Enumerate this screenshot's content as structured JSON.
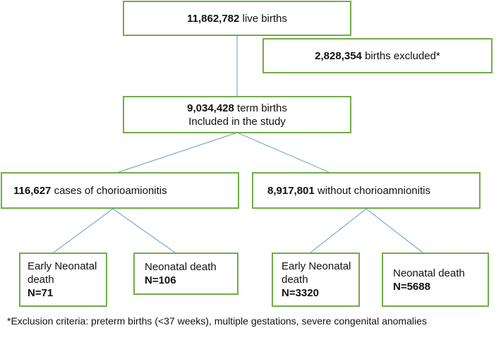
{
  "flowchart": {
    "live_births": {
      "count": "11,862,782",
      "label": " live births"
    },
    "excluded": {
      "count": "2,828,354",
      "label": " births excluded*"
    },
    "term_births": {
      "count": "9,034,428",
      "label": " term births",
      "line2": "Included in the study"
    },
    "with_chorio": {
      "count": "116,627",
      "label": " cases of chorioamionitis"
    },
    "without_chorio": {
      "count": "8,917,801",
      "label": " without chorioamnionitis"
    },
    "with_early_neonatal": {
      "line1": "Early Neonatal",
      "line2": "death",
      "n": "N=71"
    },
    "with_neonatal": {
      "line1": "Neonatal death",
      "n": "N=106"
    },
    "without_early_neonatal": {
      "line1": "Early Neonatal",
      "line2": "death",
      "n": "N=3320"
    },
    "without_neonatal": {
      "line1": "Neonatal death",
      "n": "N=5688"
    }
  },
  "footnote": {
    "text": "*Exclusion criteria: preterm births (<37 weeks), multiple gestations, severe congenital anomalies"
  }
}
